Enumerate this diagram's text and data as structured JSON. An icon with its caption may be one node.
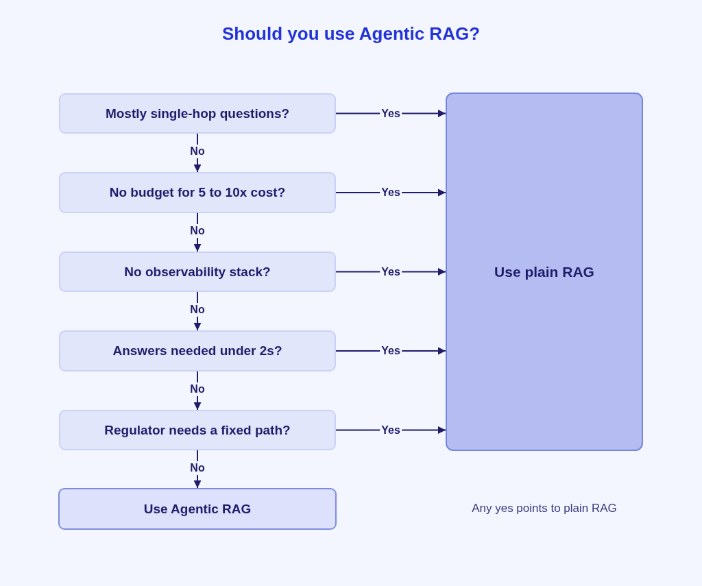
{
  "diagram": {
    "title": "Should you use Agentic RAG?",
    "nodes": [
      {
        "text": [
          "Mostly single-hop questions?"
        ]
      },
      {
        "text": [
          "Use plain RAG"
        ]
      },
      {
        "text": [
          "No budget for 5 to 10x cost?"
        ]
      },
      {
        "text": [
          "No observability stack?"
        ]
      },
      {
        "text": [
          "Answers needed under 2s?"
        ]
      },
      {
        "text": [
          "Regulator needs a fixed path?"
        ]
      },
      {
        "text": [
          "Use Agentic RAG"
        ]
      }
    ],
    "edges": [
      {
        "from": 0,
        "to": 1,
        "arrow": "to",
        "label": "Yes"
      },
      {
        "from": 0,
        "to": 2,
        "arrow": "to",
        "label": "No"
      },
      {
        "from": 2,
        "to": 1,
        "arrow": "to",
        "label": "Yes"
      },
      {
        "from": 2,
        "to": 3,
        "arrow": "to",
        "label": "No"
      },
      {
        "from": 3,
        "to": 1,
        "arrow": "to",
        "label": "Yes"
      },
      {
        "from": 3,
        "to": 4,
        "arrow": "to",
        "label": "No"
      },
      {
        "from": 4,
        "to": 1,
        "arrow": "to",
        "label": "Yes"
      },
      {
        "from": 4,
        "to": 5,
        "arrow": "to",
        "label": "No"
      },
      {
        "from": 5,
        "to": 1,
        "arrow": "to",
        "label": "Yes"
      },
      {
        "from": 5,
        "to": 6,
        "arrow": "to",
        "label": "No"
      }
    ],
    "labels": [
      "Any yes points to plain RAG"
    ]
  }
}
